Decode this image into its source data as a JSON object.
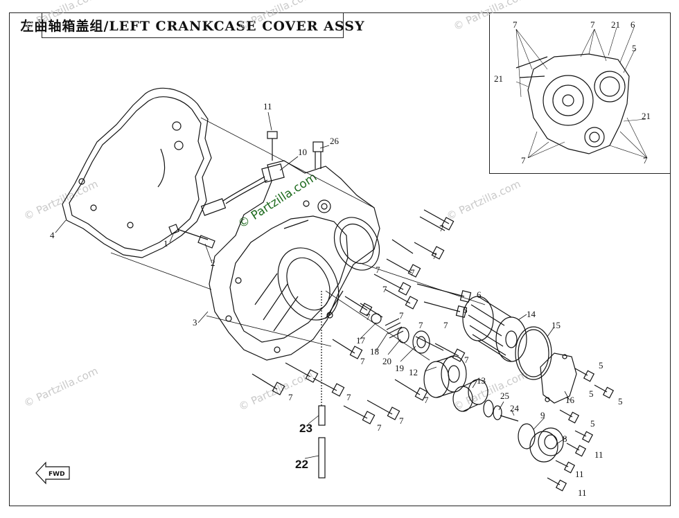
{
  "title": "左曲轴箱盖组/LEFT CRANKCASE COVER ASSY",
  "watermark": "© Partzilla.com",
  "fwd_label": "FWD",
  "accent_color": "#2e7d32",
  "callouts": {
    "c1": "1",
    "c2": "2",
    "c3": "3",
    "c4": "4",
    "c5a": "5",
    "c5b": "5",
    "c5c": "5",
    "c5d": "5",
    "c6a": "6",
    "c6b": "6",
    "c7a": "7",
    "c7b": "7",
    "c7c": "7",
    "c7d": "7",
    "c7e": "7",
    "c7f": "7",
    "c7g": "7",
    "c7h": "7",
    "c7i": "7",
    "c7j": "7",
    "c7k": "7",
    "c7l": "7",
    "c7m": "7",
    "c7n": "7",
    "c7o": "7",
    "c7p": "7",
    "c8": "8",
    "c9": "9",
    "c10": "10",
    "c11a": "11",
    "c11b": "11",
    "c11c": "11",
    "c11d": "11",
    "c12": "12",
    "c13": "13",
    "c14": "14",
    "c15": "15",
    "c16": "16",
    "c17": "17",
    "c18": "18",
    "c19": "19",
    "c20": "20",
    "c22": "22",
    "c23": "23",
    "c24": "24",
    "c25": "25",
    "c26": "26"
  },
  "inset_callouts": {
    "i7a": "7",
    "i7b": "7",
    "i7c": "7",
    "i7d": "7",
    "i21a": "21",
    "i21b": "21",
    "i21c": "21",
    "i6": "6",
    "i5": "5"
  }
}
